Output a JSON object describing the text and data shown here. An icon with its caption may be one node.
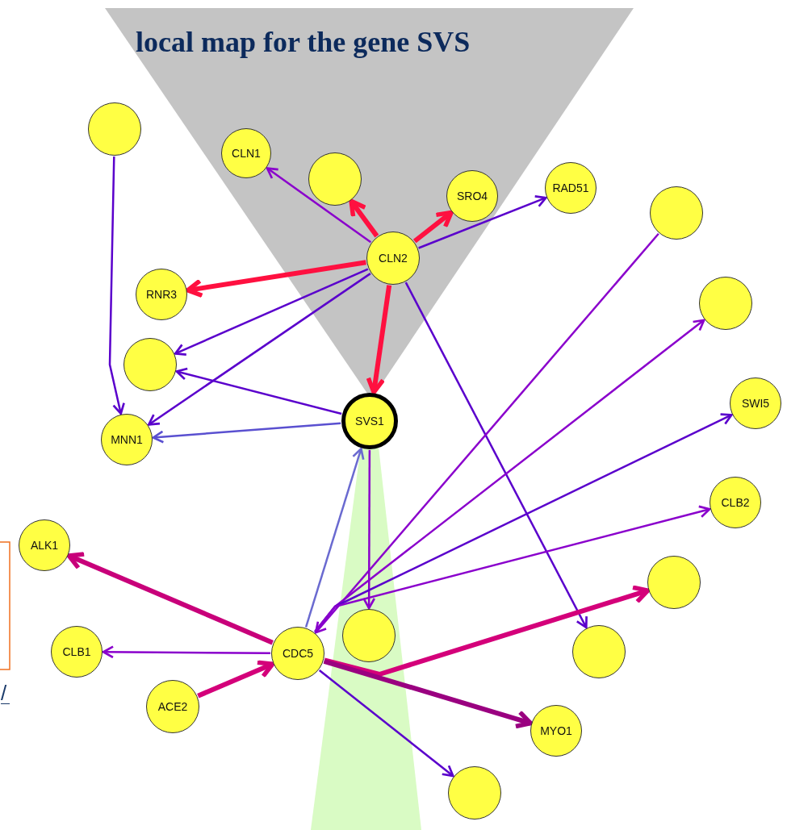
{
  "diagram": {
    "title": "local map for the gene SVS",
    "nodes": [
      {
        "text": [],
        "shape": "circle"
      },
      {
        "text": [
          "CLN1"
        ]
      },
      {
        "text": [],
        "shape": "circle"
      },
      {
        "text": [
          "SRO4"
        ]
      },
      {
        "text": [
          "RAD51"
        ]
      },
      {
        "text": [
          "CLN2"
        ]
      },
      {
        "text": [],
        "shape": "circle"
      },
      {
        "text": [
          "RNR3"
        ]
      },
      {
        "text": [],
        "shape": "circle"
      },
      {
        "text": [],
        "shape": "circle"
      },
      {
        "text": [
          "SVS1"
        ]
      },
      {
        "text": [
          "MNN1"
        ]
      },
      {
        "text": [
          "SWI5"
        ]
      },
      {
        "text": [
          "CLB2"
        ]
      },
      {
        "text": [
          "ALK1"
        ]
      },
      {
        "text": [],
        "shape": "circle"
      },
      {
        "text": [
          "CDC5"
        ]
      },
      {
        "text": [],
        "shape": "circle"
      },
      {
        "text": [],
        "shape": "circle"
      },
      {
        "text": [
          "CLB1"
        ]
      },
      {
        "text": [
          "ACE2"
        ]
      },
      {
        "text": [
          "MYO1"
        ]
      },
      {
        "text": [],
        "shape": "circle"
      }
    ],
    "edges": [
      {
        "from": 0,
        "to": 11,
        "arrow": "to"
      },
      {
        "from": 5,
        "to": 1,
        "arrow": "to",
        "color": "#8a00cc"
      },
      {
        "from": 5,
        "to": 2,
        "arrow": "to",
        "style": "thick",
        "color": "#ff1040"
      },
      {
        "from": 5,
        "to": 3,
        "arrow": "to",
        "style": "thick",
        "color": "#ff1040"
      },
      {
        "from": 5,
        "to": 4,
        "arrow": "to"
      },
      {
        "from": 5,
        "to": 7,
        "arrow": "to",
        "style": "thick",
        "color": "#ff1040"
      },
      {
        "from": 5,
        "to": 9,
        "arrow": "to"
      },
      {
        "from": 5,
        "to": 11,
        "arrow": "to"
      },
      {
        "from": 5,
        "to": 10,
        "arrow": "to",
        "style": "thick",
        "color": "#ff1040"
      },
      {
        "from": 5,
        "to": 18,
        "arrow": "to"
      },
      {
        "from": 10,
        "to": 9,
        "arrow": "to"
      },
      {
        "from": 10,
        "to": 11,
        "arrow": "to",
        "color": "#5a50d0"
      },
      {
        "from": 16,
        "to": 10,
        "arrow": "to",
        "color": "#6a6ad0"
      },
      {
        "from": 10,
        "to": 17,
        "arrow": "to",
        "color": "#8a00cc"
      },
      {
        "from": 6,
        "to": 16,
        "arrow": "to",
        "color": "#8a00cc"
      },
      {
        "from": 16,
        "to": 8,
        "arrow": "to",
        "color": "#8a00cc"
      },
      {
        "from": 16,
        "to": 12,
        "arrow": "to"
      },
      {
        "from": 16,
        "to": 13,
        "arrow": "to",
        "color": "#8a00cc"
      },
      {
        "from": 16,
        "to": 15,
        "arrow": "to",
        "style": "thick",
        "color": "#d4007a"
      },
      {
        "from": 16,
        "to": 14,
        "arrow": "to",
        "style": "thick",
        "color": "#c8007a"
      },
      {
        "from": 16,
        "to": 19,
        "arrow": "to",
        "color": "#8a00cc"
      },
      {
        "from": 20,
        "to": 16,
        "arrow": "to",
        "style": "thick",
        "color": "#d4007a"
      },
      {
        "from": 16,
        "to": 21,
        "arrow": "to",
        "style": "thick",
        "color": "#9a0080"
      },
      {
        "from": 16,
        "to": 22,
        "arrow": "to"
      }
    ],
    "labels": [
      "/"
    ]
  }
}
